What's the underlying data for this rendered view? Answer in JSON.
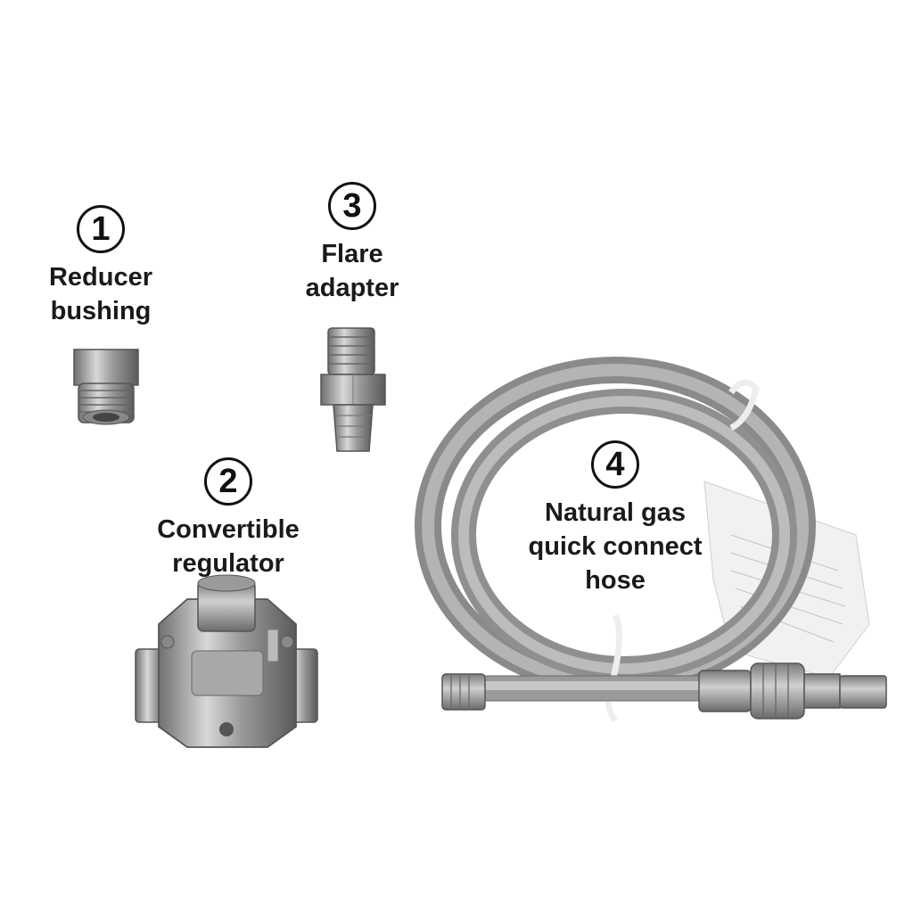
{
  "parts": [
    {
      "number": "1",
      "lines": [
        "Reducer",
        "bushing"
      ]
    },
    {
      "number": "2",
      "lines": [
        "Convertible",
        "regulator"
      ]
    },
    {
      "number": "3",
      "lines": [
        "Flare",
        "adapter"
      ]
    },
    {
      "number": "4",
      "lines": [
        "Natural gas",
        "quick connect",
        "hose"
      ]
    }
  ]
}
